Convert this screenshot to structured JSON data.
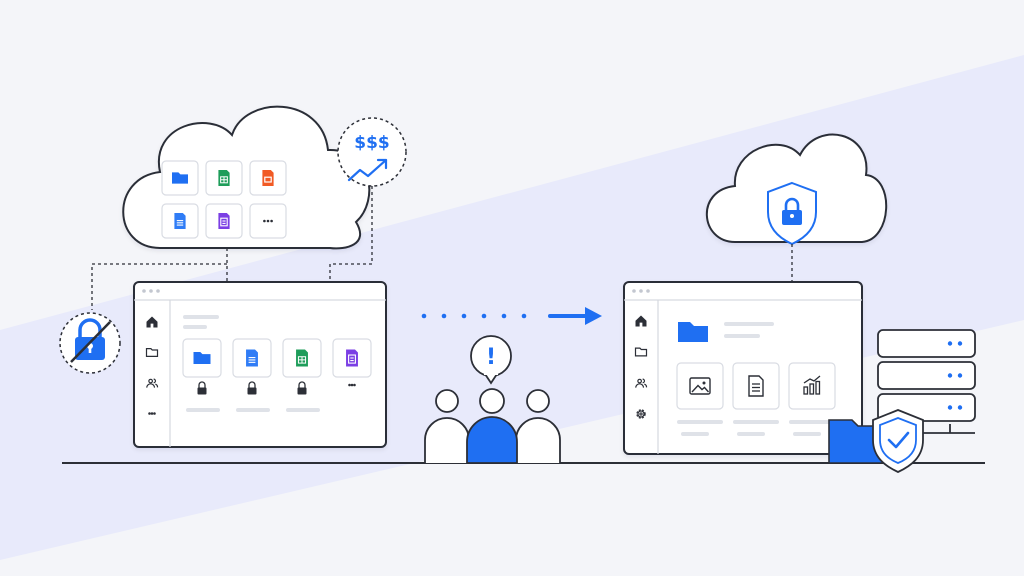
{
  "colors": {
    "background": "#f4f5f9",
    "band": "#e8eafb",
    "accent": "#1f6ff2",
    "outline": "#2c2f37",
    "window_fill": "#ffffff",
    "window_inner": "#f6f7fa",
    "tile_border": "#d9dce3",
    "folder": "#1f6ff2",
    "doc_blue": "#2f7cf6",
    "sheet_green": "#1e9d5a",
    "slides_orange": "#f15a24",
    "form_purple": "#7b3fe4"
  },
  "cost_badge": {
    "text": "$$$",
    "icon": "trend-up-arrow-icon"
  },
  "unsecured_cloud": {
    "tiles": [
      {
        "icon": "folder-icon",
        "color": "folder"
      },
      {
        "icon": "spreadsheet-icon",
        "color": "sheet_green"
      },
      {
        "icon": "slides-icon",
        "color": "slides_orange"
      },
      {
        "icon": "document-icon",
        "color": "doc_blue"
      },
      {
        "icon": "form-icon",
        "color": "form_purple"
      },
      {
        "icon": "more-icon",
        "color": "outline"
      }
    ]
  },
  "legacy_window": {
    "sidebar": [
      "home-icon",
      "folder-outline-icon",
      "users-icon",
      "more-icon"
    ],
    "files": [
      "folder-icon",
      "document-icon",
      "spreadsheet-icon",
      "form-icon"
    ]
  },
  "secure_window": {
    "sidebar": [
      "home-icon",
      "folder-outline-icon",
      "users-icon",
      "settings-icon"
    ],
    "files": [
      "image-icon",
      "text-document-icon",
      "bar-chart-icon"
    ]
  },
  "team_alert": {
    "symbol": "!"
  },
  "transition_arrow": {
    "dots": 6
  }
}
